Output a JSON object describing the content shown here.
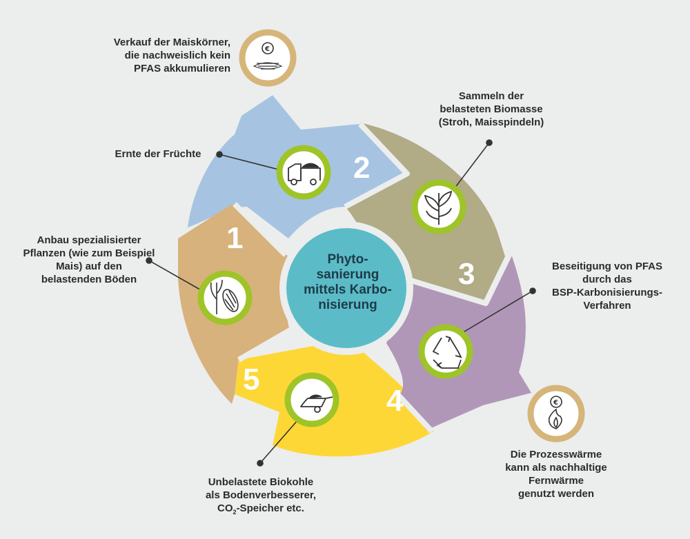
{
  "center": {
    "title": "Phyto-\nsanierung\nmittels Karbo-\nnisierung"
  },
  "steps": [
    {
      "number": "1",
      "color": "#d7b27c",
      "icon": "corn-plant-icon",
      "label": "Anbau spezialisierter\nPflanzen (wie zum Beispiel\nMais) auf den\nbelastenden Böden"
    },
    {
      "number": "2",
      "color": "#a6c4e1",
      "icon": "harvest-truck-icon",
      "label": "Ernte der Früchte"
    },
    {
      "number": "3",
      "color": "#b1ab86",
      "icon": "plant-sprout-icon",
      "label": "Sammeln der\nbelasteten Biomasse\n(Stroh, Maisspindeln)"
    },
    {
      "number": "4",
      "color": "#b097b8",
      "icon": "recycle-icon",
      "label": "Beseitigung von PFAS\ndurch das\nBSP-Karbonisierungs-\nVerfahren"
    },
    {
      "number": "5",
      "color": "#fdd736",
      "icon": "wheelbarrow-icon",
      "label_main": "Unbelastete Biokohle\nals Bodenverbesserer,\nCO",
      "label_sub": "2",
      "label_tail": "-Speicher etc."
    }
  ],
  "outputs": [
    {
      "icons": [
        "euro-coin-icon",
        "corn-kernels-icon"
      ],
      "label": "Verkauf der Maiskörner,\ndie nachweislich kein\nPFAS akkumulieren"
    },
    {
      "icons": [
        "euro-coin-icon",
        "flame-icon"
      ],
      "label": "Die Prozesswärme\nkann als nachhaltige\nFernwärme\ngenutzt werden"
    }
  ],
  "colors": {
    "background": "#eceded",
    "center": "#5bbcc8",
    "icon_ring_green": "#9ec428",
    "icon_ring_tan": "#d6b57a",
    "text": "#2b2b2b"
  }
}
